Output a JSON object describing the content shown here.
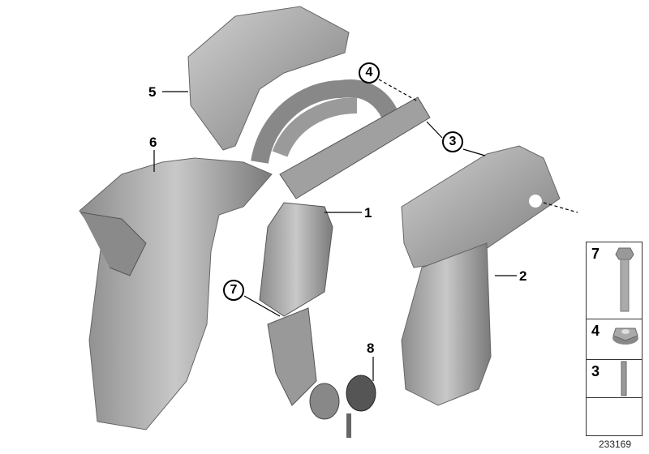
{
  "callouts": {
    "part_1": "1",
    "part_2": "2",
    "part_3": "3",
    "part_4": "4",
    "part_5": "5",
    "part_6": "6",
    "part_7": "7",
    "part_8": "8"
  },
  "legend_panel": {
    "rows": [
      {
        "number": "7",
        "part": "hex-bolt"
      },
      {
        "number": "4",
        "part": "flange-nut"
      },
      {
        "number": "3",
        "part": "stud-bolt"
      },
      {
        "number": "",
        "part": "empty"
      }
    ]
  },
  "diagram_number": "233169",
  "colors": {
    "part_fill": "#a9a9a9",
    "part_dark": "#6f6f6f",
    "line": "#000000"
  }
}
